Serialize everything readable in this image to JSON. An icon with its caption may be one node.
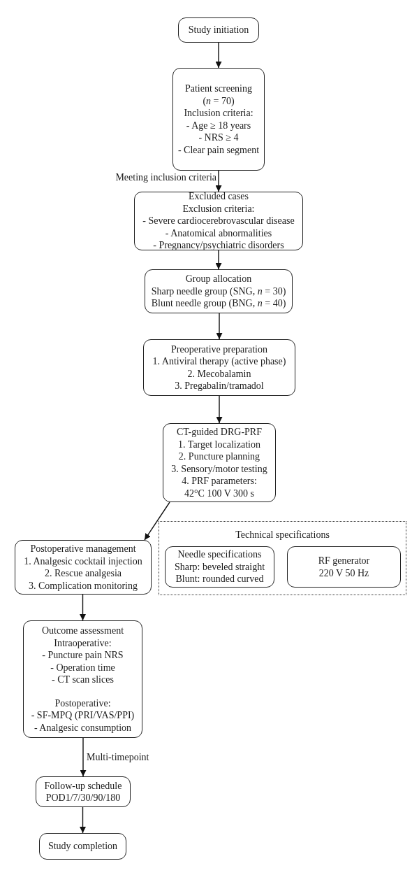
{
  "diagram": {
    "nodes": [
      {
        "text": [
          "Study initiation"
        ]
      },
      {
        "text": [
          "Patient screening",
          "(*n* = 70)",
          "Inclusion criteria:",
          "- Age ≥ 18 years",
          "- NRS ≥ 4",
          "- Clear pain segment"
        ]
      },
      {
        "text": [
          "Excluded cases",
          "Exclusion criteria:",
          "- Severe cardiocerebrovascular disease",
          "- Anatomical abnormalities",
          "- Pregnancy/psychiatric disorders"
        ]
      },
      {
        "text": [
          "Group allocation",
          "Sharp needle group (SNG, *n* = 30)",
          "Blunt needle group (BNG, *n* = 40)"
        ]
      },
      {
        "text": [
          "Preoperative preparation",
          "1. Antiviral therapy (active phase)",
          "2. Mecobalamin",
          "3. Pregabalin/tramadol"
        ]
      },
      {
        "text": [
          "CT-guided DRG-PRF",
          "1. Target localization",
          "2. Puncture planning",
          "3. Sensory/motor testing",
          "4. PRF parameters:",
          "42°C 100 V 300 s"
        ]
      },
      {
        "text": [
          "Technical specifications"
        ]
      },
      {
        "text": [
          "Needle specifications",
          "Sharp: beveled straight",
          "Blunt: rounded curved"
        ],
        "in": 6
      },
      {
        "text": [
          "RF generator",
          "220 V 50 Hz"
        ],
        "in": 6
      },
      {
        "text": [
          "Postoperative management",
          "1. Analgesic cocktail injection",
          "2. Rescue analgesia",
          "3. Complication monitoring"
        ]
      },
      {
        "text": [
          "Outcome assessment",
          "Intraoperative:",
          "- Puncture pain NRS",
          "- Operation time",
          "- CT scan slices",
          "Postoperative:",
          "- SF-MPQ (PRI/VAS/PPI)",
          "- Analgesic consumption"
        ]
      },
      {
        "text": [
          "Follow-up schedule",
          "POD1/7/30/90/180"
        ]
      },
      {
        "text": [
          "Study completion"
        ]
      }
    ],
    "edges": [
      {
        "from": 0,
        "to": 1,
        "arrow": "to"
      },
      {
        "from": 1,
        "to": 2,
        "arrow": "to",
        "label": "Meeting inclusion criteria"
      },
      {
        "from": 2,
        "to": 3,
        "arrow": "to"
      },
      {
        "from": 3,
        "to": 4,
        "arrow": "to"
      },
      {
        "from": 4,
        "to": 5,
        "arrow": "to"
      },
      {
        "from": 5,
        "to": 9,
        "arrow": "to"
      },
      {
        "from": 9,
        "to": 10,
        "arrow": "to"
      },
      {
        "from": 10,
        "to": 11,
        "arrow": "to",
        "label": "Multi-timepoint"
      },
      {
        "from": 11,
        "to": 12,
        "arrow": "to"
      }
    ]
  }
}
